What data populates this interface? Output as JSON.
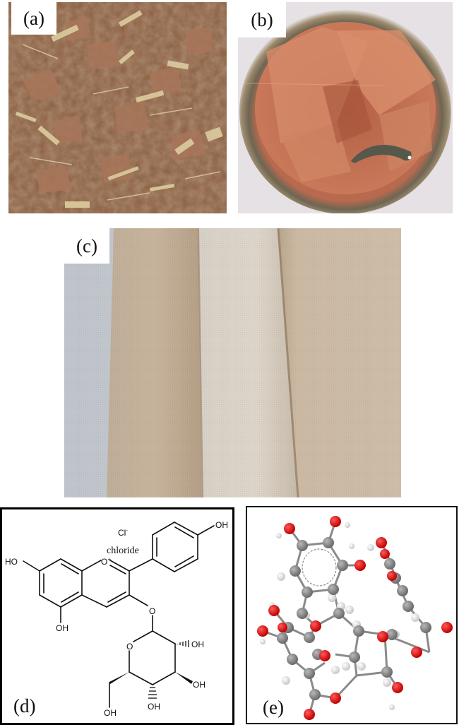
{
  "figure": {
    "panels": [
      {
        "id": "a",
        "label": "(a)",
        "content": "photo of dried chopped plant bark chips",
        "dominant_colors": [
          "#9b6b4f",
          "#c9a97c",
          "#6e4a35",
          "#d8c49a"
        ]
      },
      {
        "id": "b",
        "label": "(b)",
        "content": "photo of cotton fabric soaking in reddish-brown dye bath inside a glass jar, with stirring rod",
        "dominant_colors": [
          "#c7785a",
          "#b4644a",
          "#5c5a48",
          "#e9e6e9"
        ]
      },
      {
        "id": "c",
        "label": "(c)",
        "content": "photo of four fabric strips: undyed white and dyed beige shades",
        "dominant_colors": [
          "#c4c8cf",
          "#c9b49e",
          "#dcd3c6",
          "#cdbba6"
        ]
      },
      {
        "id": "d",
        "label": "(d)",
        "content": "2D chemical structure"
      },
      {
        "id": "e",
        "label": "(e)",
        "content": "3D ball-and-stick molecular model"
      }
    ]
  },
  "structure_d": {
    "counterion": "Cl",
    "counterion_charge": "-",
    "counterion_name": "chloride",
    "ring_oxygen": "O",
    "ring_oxygen_charge": "+",
    "linker_oxygen": "O",
    "sugar_ring_oxygen": "O",
    "substituents": {
      "top_right_oh": "OH",
      "left_oh": "HO",
      "bottom_oh": "OH",
      "sugar_oh_1": "OH",
      "sugar_oh_2": "OH",
      "sugar_oh_3": "OH",
      "sugar_ch2oh": "OH"
    }
  },
  "model_e": {
    "atom_colors": {
      "carbon": "#7a7a7a",
      "oxygen": "#e01010",
      "hydrogen": "#e8e8e8"
    }
  }
}
